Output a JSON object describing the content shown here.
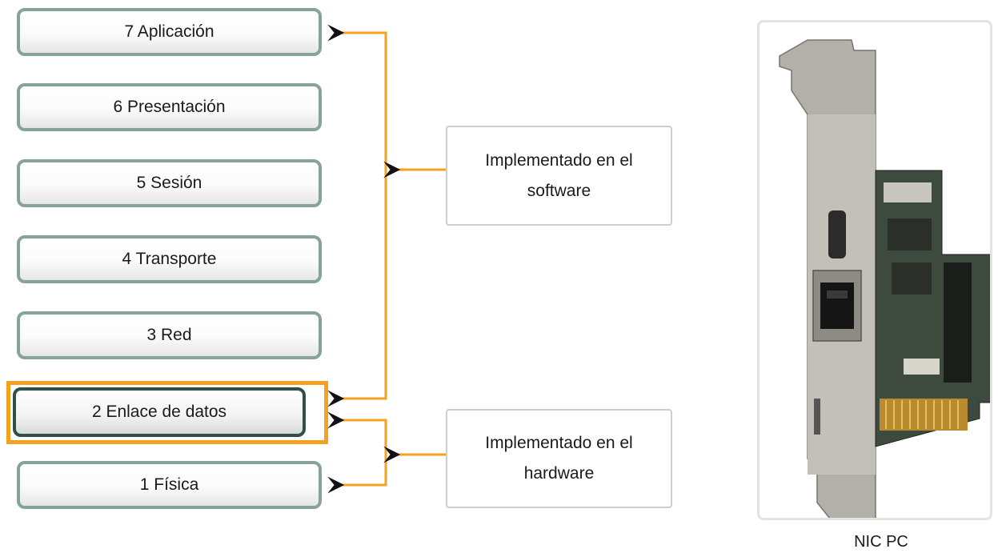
{
  "layers": [
    {
      "label": "7 Aplicación"
    },
    {
      "label": "6 Presentación"
    },
    {
      "label": "5 Sesión"
    },
    {
      "label": "4 Transporte"
    },
    {
      "label": "3 Red"
    },
    {
      "label": "2 Enlace de datos",
      "highlighted": true
    },
    {
      "label": "1 Física"
    }
  ],
  "implementations": {
    "software": {
      "line1": "Implementado en el",
      "line2": "software"
    },
    "hardware": {
      "line1": "Implementado en el",
      "line2": "hardware"
    }
  },
  "nic": {
    "caption": "NIC PC"
  },
  "colors": {
    "layer_border": "#87a398",
    "highlight_border": "#f4a020",
    "highlight_inner_border": "#2f4f48",
    "connector": "#f4a020",
    "arrowhead": "#111111"
  }
}
